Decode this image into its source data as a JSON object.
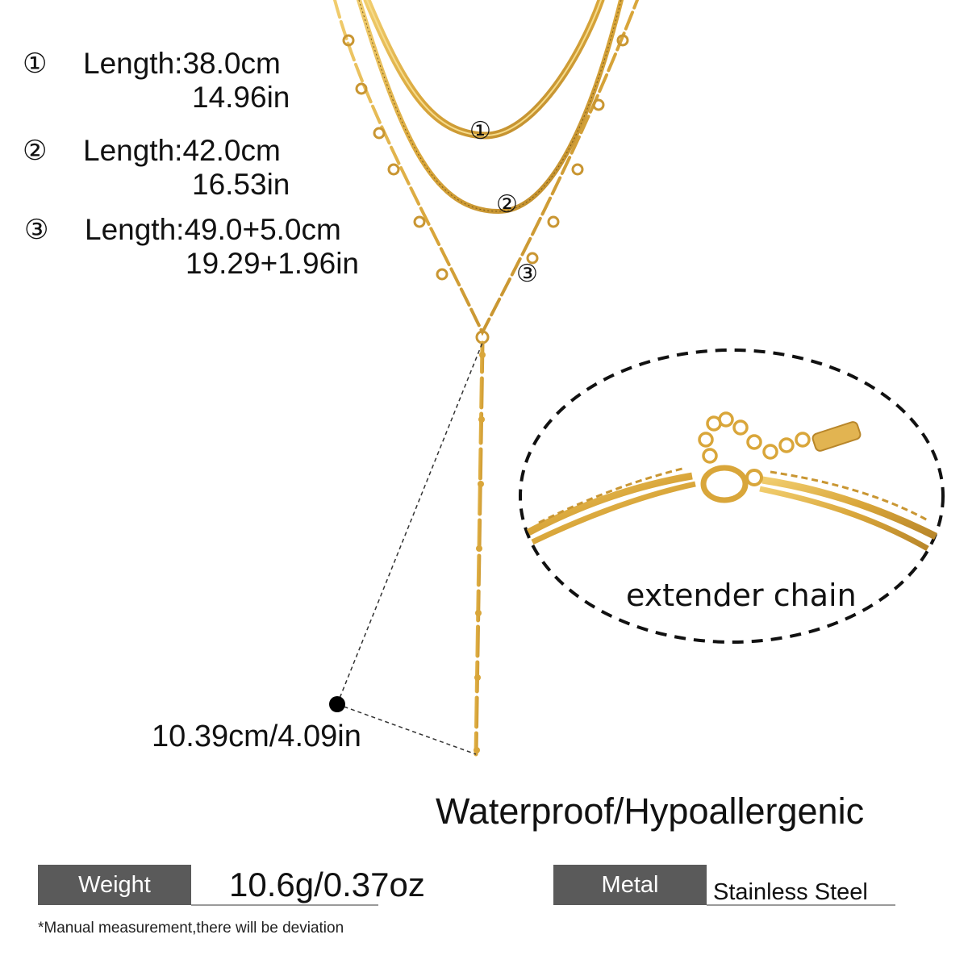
{
  "specs": [
    {
      "marker": "①",
      "length": "Length:38.0cm",
      "inches": "14.96in"
    },
    {
      "marker": "②",
      "length": "Length:42.0cm",
      "inches": "16.53in"
    },
    {
      "marker": "③",
      "length": "Length:49.0+5.0cm",
      "inches": "19.29+1.96in"
    }
  ],
  "chain_markers": [
    "①",
    "②",
    "③"
  ],
  "lariat_drop": "10.39cm/4.09in",
  "extender_label": "extender chain",
  "features": "Waterproof/Hypoallergenic",
  "weight": {
    "label": "Weight",
    "value": "10.6g/0.37oz"
  },
  "metal": {
    "label": "Metal",
    "value": "Stainless Steel"
  },
  "note": "*Manual measurement,there will be deviation",
  "colors": {
    "gold": "#d9a63a",
    "gold_dark": "#b8862a",
    "tag_bg": "#5a5a5a",
    "text": "#111111"
  }
}
